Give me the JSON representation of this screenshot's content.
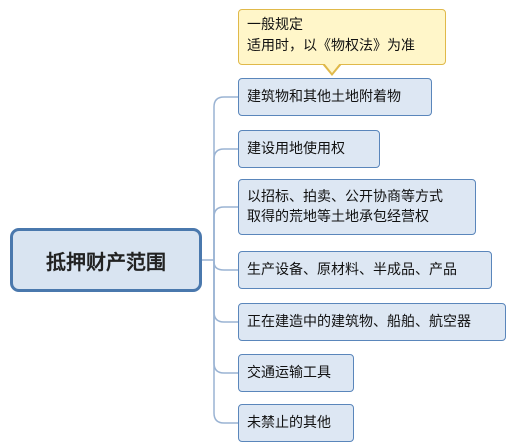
{
  "diagram": {
    "root": "抵押财产范围",
    "callout": {
      "line1": "一般规定",
      "line2": "适用时，以《物权法》为准"
    },
    "branches": [
      {
        "lines": [
          "建筑物和其他土地附着物"
        ]
      },
      {
        "lines": [
          "建设用地使用权"
        ]
      },
      {
        "lines": [
          "以招标、拍卖、公开协商等方式",
          "取得的荒地等土地承包经营权"
        ]
      },
      {
        "lines": [
          "生产设备、原材料、半成品、产品"
        ]
      },
      {
        "lines": [
          "正在建造中的建筑物、船舶、航空器"
        ]
      },
      {
        "lines": [
          "交通运输工具"
        ]
      },
      {
        "lines": [
          "未禁止的其他"
        ]
      }
    ],
    "colors": {
      "node_fill": "#dde7f3",
      "node_border": "#5a86bb",
      "root_border": "#4a78ad",
      "callout_fill": "#fff6c9",
      "callout_border": "#e0b94a",
      "connector": "#9ab3d3"
    }
  }
}
